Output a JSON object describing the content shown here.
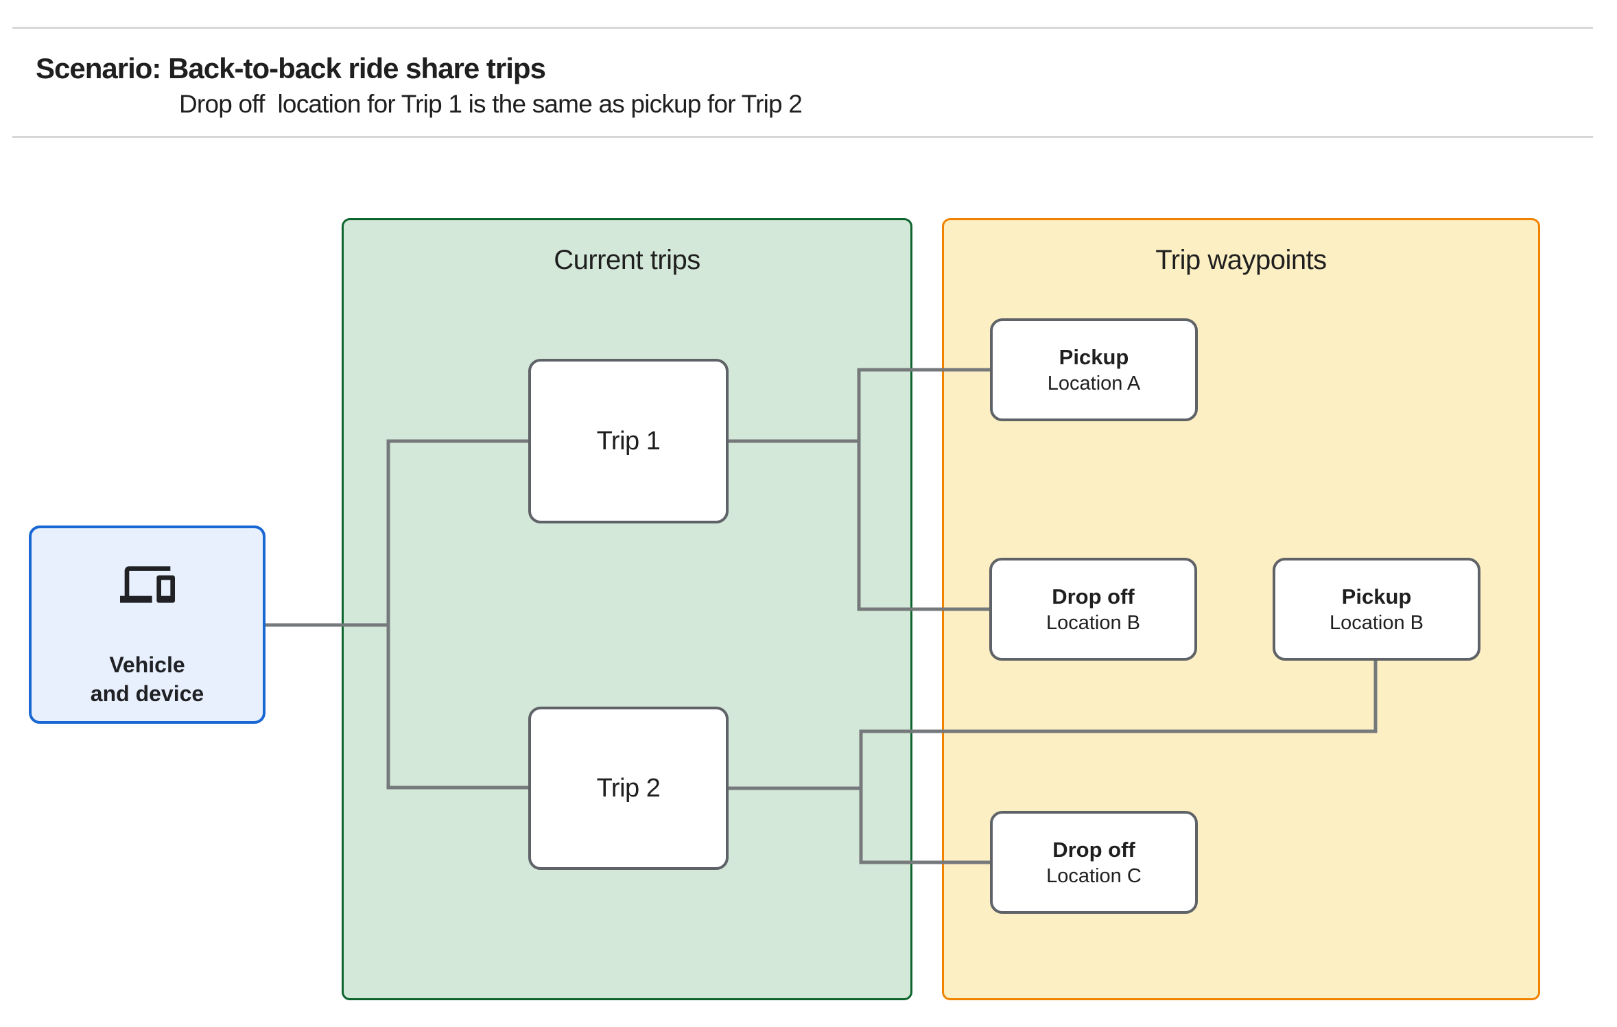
{
  "header": {
    "title": "Scenario: Back-to-back ride share trips",
    "subtitle": "Drop off  location for Trip 1 is the same as pickup for Trip 2"
  },
  "vehicle": {
    "icon": "laptop-and-phone-devices-icon",
    "label_line1": "Vehicle",
    "label_line2": "and device"
  },
  "current_trips": {
    "title": "Current trips",
    "trips": [
      {
        "label": "Trip 1"
      },
      {
        "label": "Trip 2"
      }
    ]
  },
  "trip_waypoints": {
    "title": "Trip waypoints",
    "waypoints": [
      {
        "type": "Pickup",
        "location": "Location A"
      },
      {
        "type": "Drop off",
        "location": "Location B"
      },
      {
        "type": "Pickup",
        "location": "Location B"
      },
      {
        "type": "Drop off",
        "location": "Location C"
      }
    ]
  },
  "colors": {
    "page_bg": "#ffffff",
    "text": "#1f1f1f",
    "rule_gray": "#d7d7d7",
    "connector_gray": "#76797c",
    "node_border_gray": "#5f6368",
    "green_panel_fill": "#d4e8d9",
    "green_panel_border": "#0d652d",
    "yellow_panel_fill": "#fcefc3",
    "yellow_panel_border": "#ef8300",
    "blue_box_fill": "#e8f0fe",
    "blue_box_border": "#1967d2",
    "icon_color": "#202124"
  }
}
